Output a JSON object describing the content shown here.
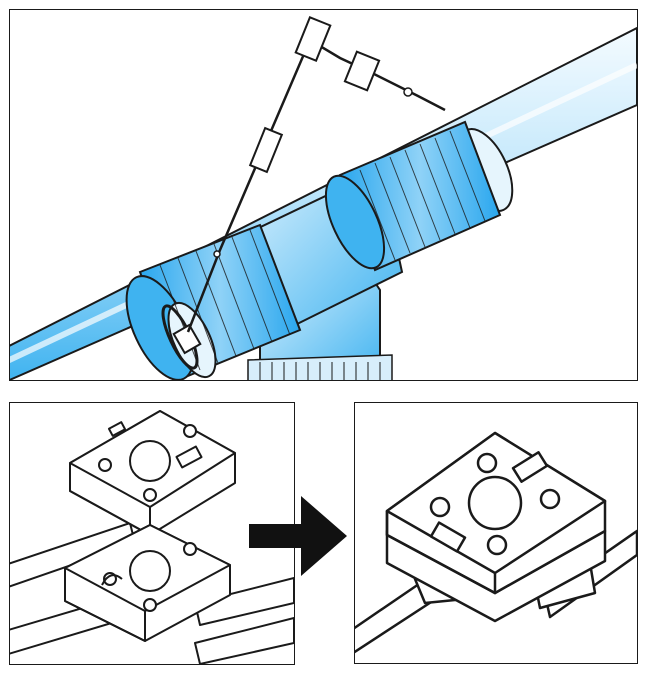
{
  "figure": {
    "top_panel": {
      "subject": "tee-pipe-fitting-with-tie-chain"
    },
    "bottom_left_panel": {
      "subject": "two-separate-cable-tie-mounts"
    },
    "bottom_right_panel": {
      "subject": "stacked-cable-tie-mounts"
    },
    "arrow": {
      "direction": "right"
    }
  },
  "colors": {
    "line": "#1a1a1a",
    "pipe_blue": "#3fb3f0",
    "pipe_light": "#e6f5fd",
    "arrow_fill": "#111111"
  }
}
